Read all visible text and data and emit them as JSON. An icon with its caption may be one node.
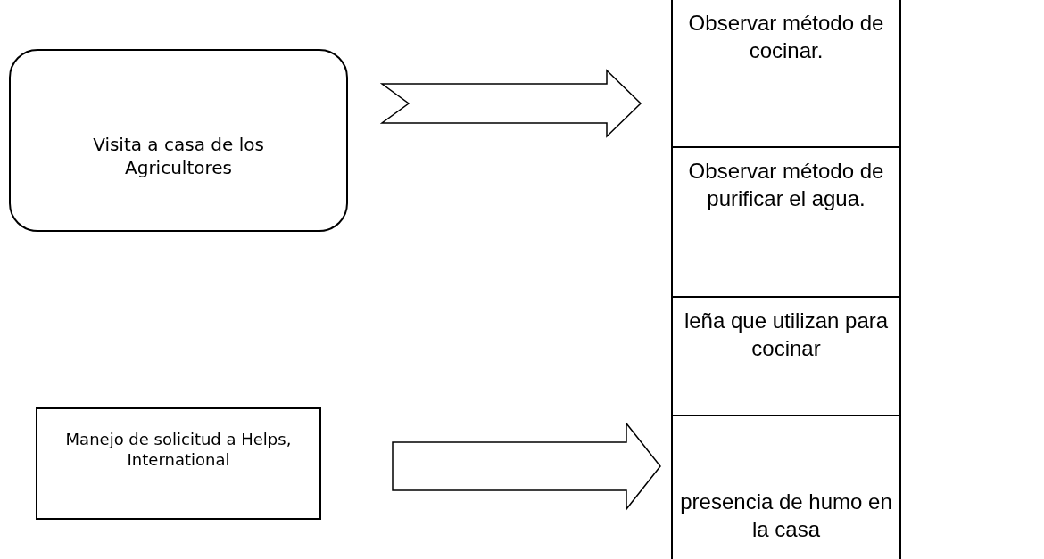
{
  "diagram": {
    "nodes": [
      {
        "text": [
          "Visita a casa de los Agricultores"
        ]
      },
      {
        "text": [
          "Observar método de cocinar."
        ]
      },
      {
        "text": [
          "Observar método de purificar el agua."
        ]
      },
      {
        "text": [
          "leña que utilizan para cocinar"
        ]
      },
      {
        "text": [
          "Manejo de solicitud a Helps, International"
        ]
      },
      {
        "text": [
          "presencia de humo en la casa"
        ]
      }
    ],
    "edges": [
      {
        "from": 0,
        "to": 1,
        "arrow": "to"
      },
      {
        "from": 4,
        "to": 5,
        "arrow": "to"
      }
    ]
  }
}
